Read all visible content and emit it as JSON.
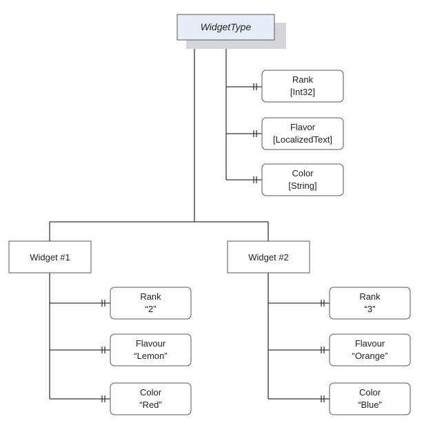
{
  "type_node": {
    "name": "WidgetType"
  },
  "type_properties": [
    {
      "name": "Rank",
      "value": "[Int32]"
    },
    {
      "name": "Flavor",
      "value": "[LocalizedText]"
    },
    {
      "name": "Color",
      "value": "[String]"
    }
  ],
  "instances": [
    {
      "name": "Widget #1",
      "properties": [
        {
          "name": "Rank",
          "value": "“2”"
        },
        {
          "name": "Flavour",
          "value": "“Lemon”"
        },
        {
          "name": "Color",
          "value": "“Red”"
        }
      ]
    },
    {
      "name": "Widget #2",
      "properties": [
        {
          "name": "Rank",
          "value": "“3”"
        },
        {
          "name": "Flavour",
          "value": "“Orange”"
        },
        {
          "name": "Color",
          "value": "“Blue”"
        }
      ]
    }
  ],
  "colors": {
    "type_fill": "#e6edf7",
    "type_shadow": "#d4d6da",
    "line": "#333333"
  }
}
